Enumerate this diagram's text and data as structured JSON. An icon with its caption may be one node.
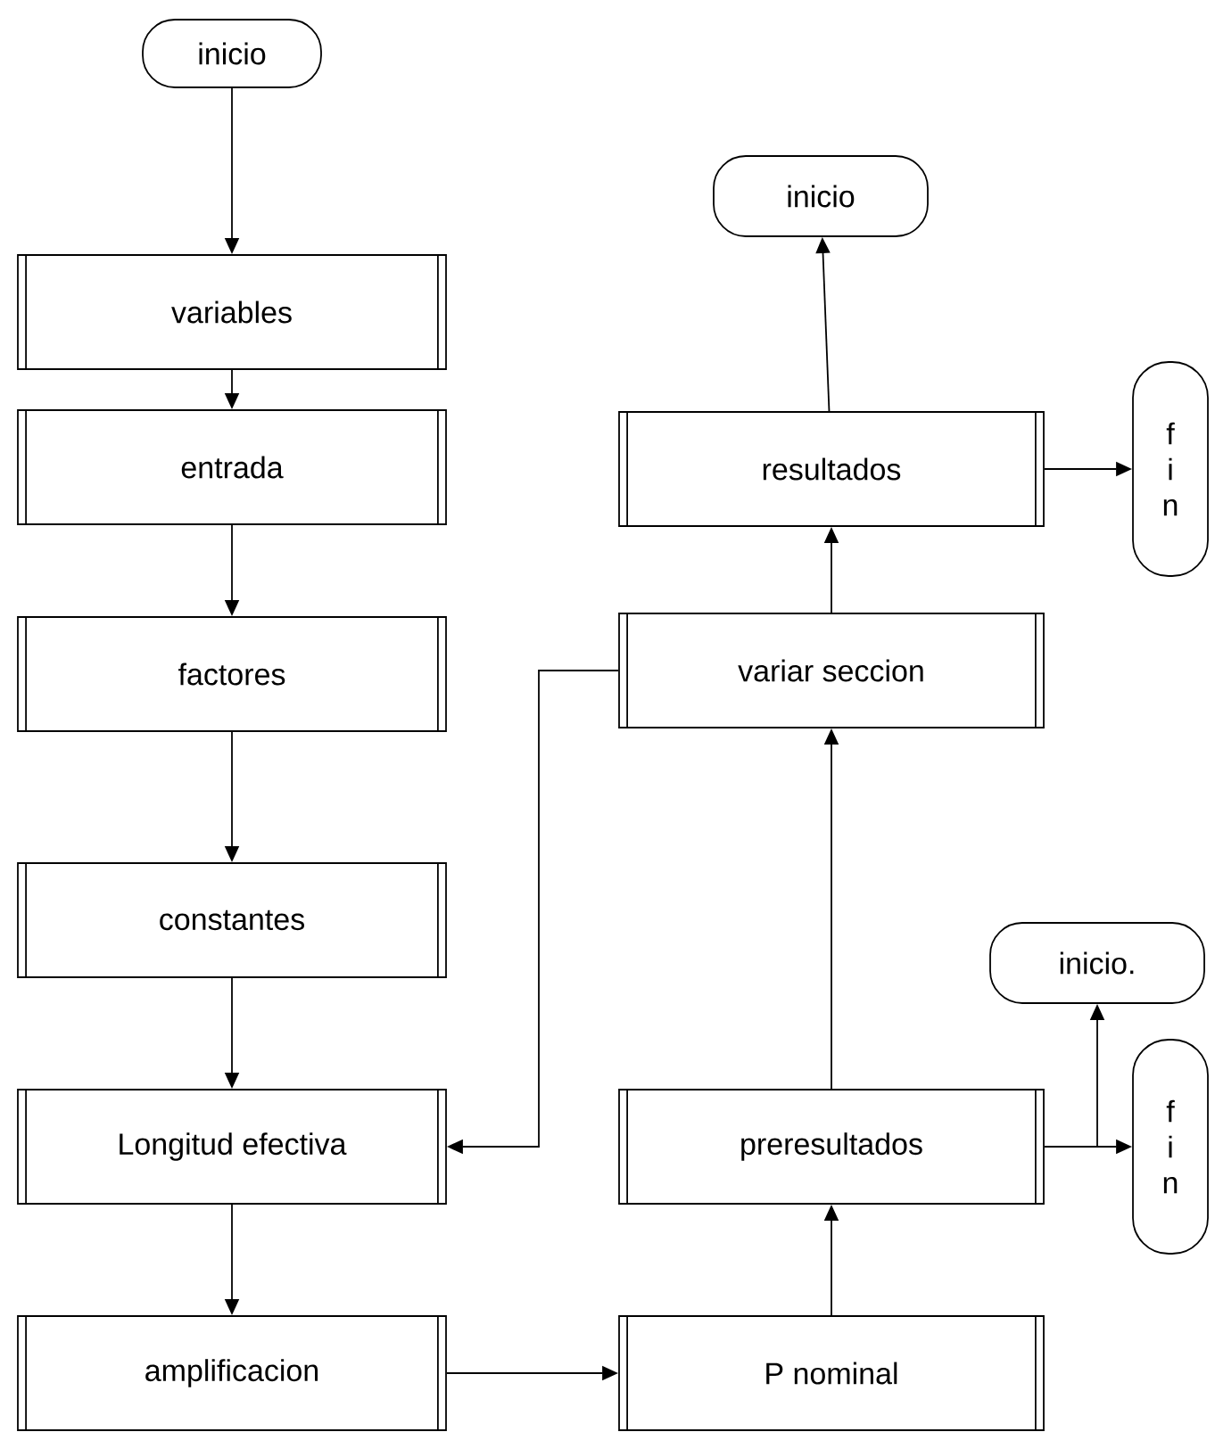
{
  "diagram": {
    "nodes": [
      {
        "text": [
          "inicio"
        ]
      },
      {
        "text": [
          "variables"
        ]
      },
      {
        "text": [
          "entrada"
        ]
      },
      {
        "text": [
          "factores"
        ]
      },
      {
        "text": [
          "constantes"
        ]
      },
      {
        "text": [
          "Longitud efectiva"
        ]
      },
      {
        "text": [
          "amplificacion"
        ]
      },
      {
        "text": [
          "P nominal"
        ]
      },
      {
        "text": [
          "preresultados"
        ]
      },
      {
        "text": [
          "variar seccion"
        ]
      },
      {
        "text": [
          "resultados"
        ]
      },
      {
        "text": [
          "inicio"
        ]
      },
      {
        "text": [
          "f i n"
        ]
      },
      {
        "text": [
          "inicio."
        ]
      },
      {
        "text": [
          "f i n"
        ]
      }
    ],
    "edges": [
      {
        "from": 0,
        "to": 1,
        "arrow": "to"
      },
      {
        "from": 1,
        "to": 2,
        "arrow": "to"
      },
      {
        "from": 2,
        "to": 3,
        "arrow": "to"
      },
      {
        "from": 3,
        "to": 4,
        "arrow": "to"
      },
      {
        "from": 4,
        "to": 5,
        "arrow": "to"
      },
      {
        "from": 5,
        "to": 6,
        "arrow": "to"
      },
      {
        "from": 6,
        "to": 7,
        "arrow": "to"
      },
      {
        "from": 7,
        "to": 8,
        "arrow": "to"
      },
      {
        "from": 8,
        "to": 9,
        "arrow": "to"
      },
      {
        "from": 9,
        "to": 10,
        "arrow": "to"
      },
      {
        "from": 10,
        "to": 11,
        "arrow": "to"
      },
      {
        "from": 10,
        "to": 12,
        "arrow": "to"
      },
      {
        "from": 9,
        "to": 5,
        "arrow": "to"
      },
      {
        "from": 8,
        "to": 13,
        "arrow": "to"
      },
      {
        "from": 8,
        "to": 14,
        "arrow": "to"
      }
    ]
  }
}
